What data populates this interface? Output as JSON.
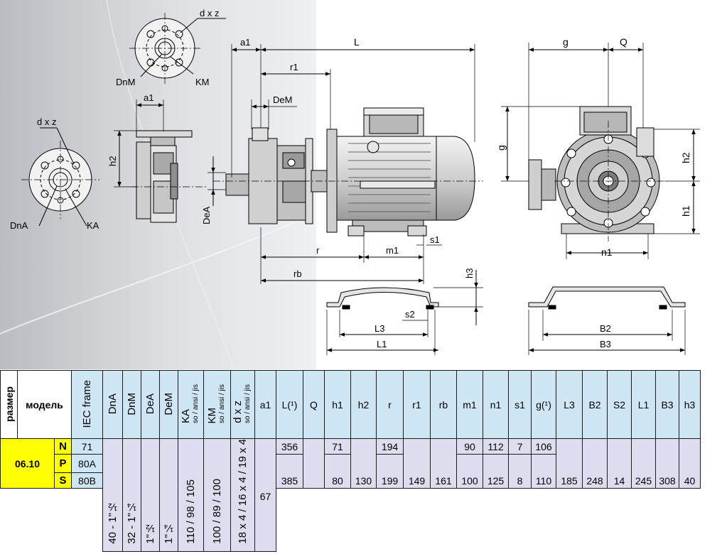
{
  "drawing": {
    "flange_suction": {
      "dxz": "d x z",
      "dn": "DnA",
      "k": "KA"
    },
    "flange_discharge": {
      "dxz": "d x z",
      "dn": "DnM",
      "k": "KM"
    },
    "side_view": {
      "a1": "a1",
      "h2": "h2"
    },
    "pump_view": {
      "a1": "a1",
      "L": "L",
      "r1": "r1",
      "DeM": "DeM",
      "DeA": "DeA",
      "r": "r",
      "m1": "m1",
      "s1": "s1",
      "rb": "rb"
    },
    "end_view": {
      "g_top": "g",
      "Q": "Q",
      "g_side": "g",
      "h2": "h2",
      "h1": "h1",
      "n1": "n1"
    },
    "foot_left": {
      "h3": "h3",
      "s2": "s2",
      "L3": "L3",
      "L1": "L1"
    },
    "foot_right": {
      "B2": "B2",
      "B3": "B3"
    }
  },
  "table": {
    "headers": {
      "size": "размер",
      "model": "модель",
      "iec": "IEC frame",
      "dna": "DnA",
      "dnm": "DnM",
      "dea": "DeA",
      "dem": "DeM",
      "ka": "KA",
      "ka_sub": "so / ansi / jis",
      "km": "KM",
      "km_sub": "so / ansi / jis",
      "dxz": "d x z",
      "dxz_sub": "so / ansi / jis",
      "a1": "a1",
      "L": "L(¹)",
      "Q": "Q",
      "h1": "h1",
      "h2": "h2",
      "r": "r",
      "r1": "r1",
      "rb": "rb",
      "m1": "m1",
      "n1": "n1",
      "s1": "s1",
      "g": "g(¹)",
      "L3": "L3",
      "B2": "B2",
      "S2": "S2",
      "L1": "L1",
      "B3": "B3",
      "h3": "h3"
    },
    "size_value": "06.10",
    "rows": [
      {
        "model": "N",
        "iec": "71"
      },
      {
        "model": "P",
        "iec": "80A"
      },
      {
        "model": "S",
        "iec": "80B"
      }
    ],
    "shared": {
      "dna": "40 - 1\"½",
      "dnm": "32 - 1\"¼",
      "dea": "1\"½",
      "dem": "1\"¼",
      "ka": "110 / 98 / 105",
      "km": "100 / 89 / 100",
      "dxz": "18 x 4 / 16 x 4 / 19 x 4",
      "a1": "67"
    },
    "values_N": {
      "L": "356",
      "h1": "71",
      "r": "194",
      "m1": "90",
      "n1": "112",
      "s1": "7",
      "g": "106"
    },
    "values_PS": {
      "L": "385",
      "h1": "80",
      "h2": "130",
      "r": "199",
      "r1": "149",
      "rb": "161",
      "m1": "100",
      "n1": "125",
      "s1": "8",
      "g": "110",
      "L3": "185",
      "B2": "248",
      "S2": "14",
      "L1": "245",
      "B3": "308",
      "h3": "40"
    }
  }
}
